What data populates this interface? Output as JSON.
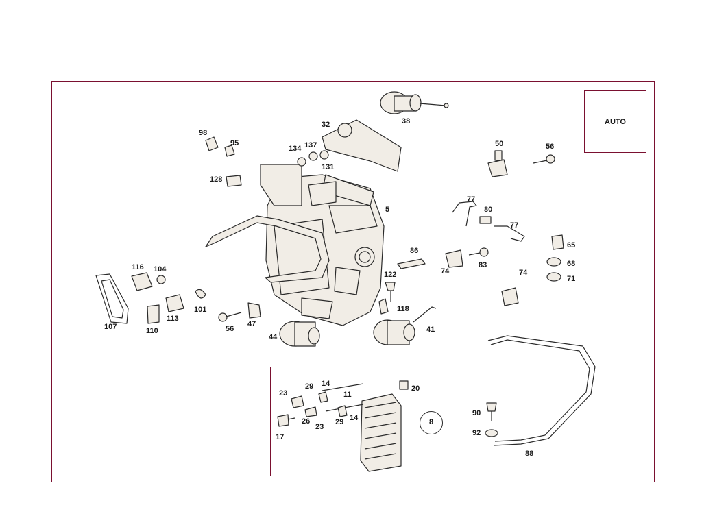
{
  "colors": {
    "frame": "#7a1030",
    "line": "#2a2a2a",
    "fill": "#f1ede6"
  },
  "legend": {
    "auto_label": "AUTO",
    "icons": [
      "snowflake-icon",
      "fan-icon"
    ]
  },
  "inset_ref": "8",
  "labels": {
    "p5": "5",
    "p32": "32",
    "p38": "38",
    "p41": "41",
    "p44": "44",
    "p47": "47",
    "p50": "50",
    "p56a": "56",
    "p56b": "56",
    "p65": "65",
    "p68": "68",
    "p71": "71",
    "p74a": "74",
    "p74b": "74",
    "p77a": "77",
    "p77b": "77",
    "p80": "80",
    "p83": "83",
    "p86": "86",
    "p88": "88",
    "p90": "90",
    "p92": "92",
    "p95": "95",
    "p98": "98",
    "p101": "101",
    "p104": "104",
    "p107": "107",
    "p110": "110",
    "p113": "113",
    "p116": "116",
    "p118": "118",
    "p122": "122",
    "p128": "128",
    "p131": "131",
    "p134": "134",
    "p137": "137",
    "i11": "11",
    "i14a": "14",
    "i14b": "14",
    "i17": "17",
    "i20": "20",
    "i23a": "23",
    "i23b": "23",
    "i26": "26",
    "i29a": "29",
    "i29b": "29"
  }
}
